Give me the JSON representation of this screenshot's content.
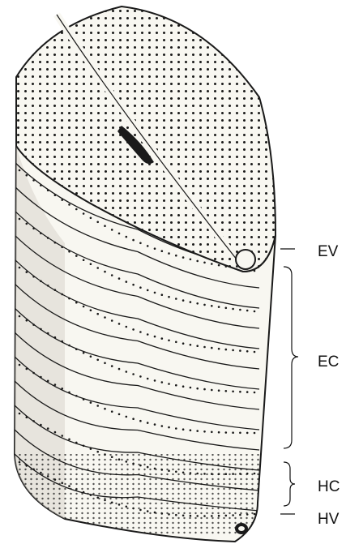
{
  "figure": {
    "labels": {
      "ev": "EV",
      "ec": "EC",
      "hc": "HC",
      "hv": "HV"
    },
    "colors": {
      "ink": "#1a1a1a",
      "paper": "#f8f7f1",
      "shade": "#d9d6cc"
    },
    "bands": 13
  }
}
